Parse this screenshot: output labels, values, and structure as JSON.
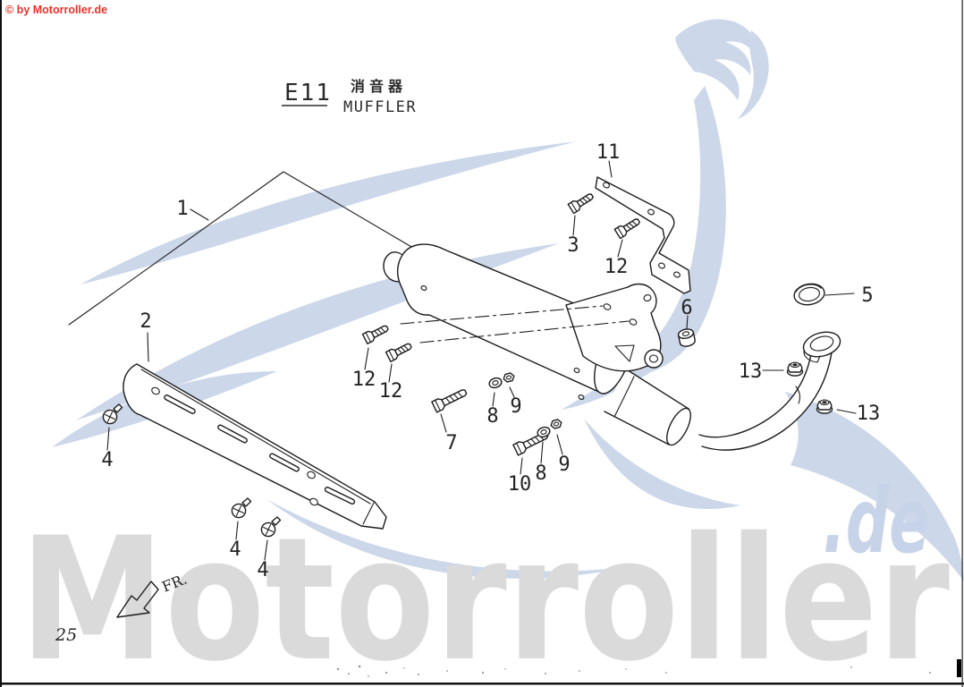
{
  "page": {
    "copyright": "© by Motorroller.de",
    "page_number": "25",
    "front_marker": "FR.",
    "ink_color": "#1c1c1c",
    "copyright_color": "#e6332a"
  },
  "title": {
    "code": "E11",
    "name_cjk": "消音器",
    "name_en": "MUFFLER"
  },
  "watermark": {
    "main": "Motorroller",
    "suffix": ".de",
    "blue_color": "#ccd7ea",
    "gray_color": "#dadada"
  },
  "diagram": {
    "subject": "Muffler exploded parts view",
    "callouts": [
      {
        "id": "1",
        "label": "1"
      },
      {
        "id": "2",
        "label": "2"
      },
      {
        "id": "3",
        "label": "3"
      },
      {
        "id": "4a",
        "label": "4"
      },
      {
        "id": "4b",
        "label": "4"
      },
      {
        "id": "4c",
        "label": "4"
      },
      {
        "id": "5",
        "label": "5"
      },
      {
        "id": "6",
        "label": "6"
      },
      {
        "id": "7",
        "label": "7"
      },
      {
        "id": "8a",
        "label": "8"
      },
      {
        "id": "9a",
        "label": "9"
      },
      {
        "id": "8b",
        "label": "8"
      },
      {
        "id": "9b",
        "label": "9"
      },
      {
        "id": "10",
        "label": "10"
      },
      {
        "id": "11",
        "label": "11"
      },
      {
        "id": "12a",
        "label": "12"
      },
      {
        "id": "12b",
        "label": "12"
      },
      {
        "id": "12c",
        "label": "12"
      },
      {
        "id": "13a",
        "label": "13"
      },
      {
        "id": "13b",
        "label": "13"
      }
    ]
  }
}
